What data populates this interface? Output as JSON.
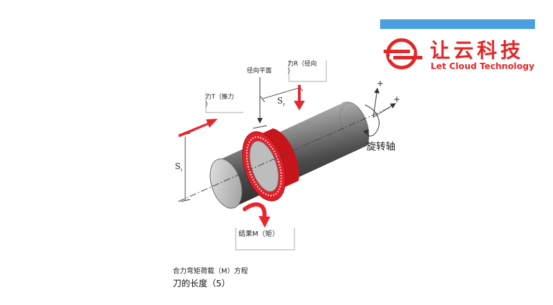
{
  "brand": {
    "name_cn": "让云科技",
    "name_en": "Let Cloud Technology",
    "accent": "#e32626",
    "bar_color": "#4a9fe0",
    "logo_icon": "let-cloud-logo"
  },
  "diagram": {
    "radial_plane_label": "径向平面",
    "force_r_label_line1": "力R（径向",
    "force_r_label_line2": "）",
    "force_t_label_line1": "力T（推力",
    "force_t_label_line2": "）",
    "dist_r_main": "S",
    "dist_r_sub": "r",
    "dist_t_main": "S",
    "dist_t_sub": "t",
    "rotation_axis_label": "旋转轴",
    "result_label": "结果M（矩）",
    "plus_top": "+",
    "plus_right": "+",
    "bearing_color": "#e0202a",
    "arrow_color": "#e8262e"
  },
  "caption": {
    "line1": "合力弯矩荷载（M）方程",
    "line2": "刀的长度（5）"
  }
}
